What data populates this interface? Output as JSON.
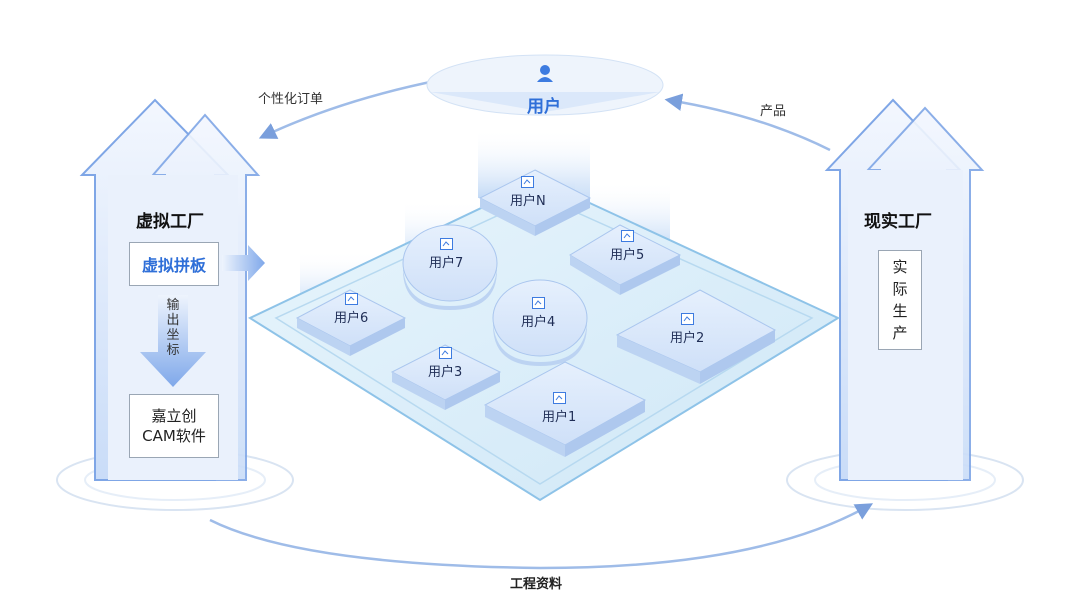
{
  "user": {
    "label": "用户"
  },
  "flows": {
    "order": "个性化订单",
    "product": "产品",
    "engineering": "工程资料"
  },
  "virtual_factory": {
    "title": "虚拟工厂",
    "panel": "虚拟拼板",
    "output": "输出坐标",
    "software": "嘉立创\nCAM软件"
  },
  "real_factory": {
    "title": "现实工厂",
    "production": "实际生产"
  },
  "users": [
    "用户N",
    "用户7",
    "用户5",
    "用户6",
    "用户4",
    "用户2",
    "用户3",
    "用户1"
  ],
  "colors": {
    "accent": "#3d7be0",
    "arrow_fill": "#dce8fb",
    "arrow_stroke": "#6f9ce6",
    "board": "#bfe0f5"
  }
}
